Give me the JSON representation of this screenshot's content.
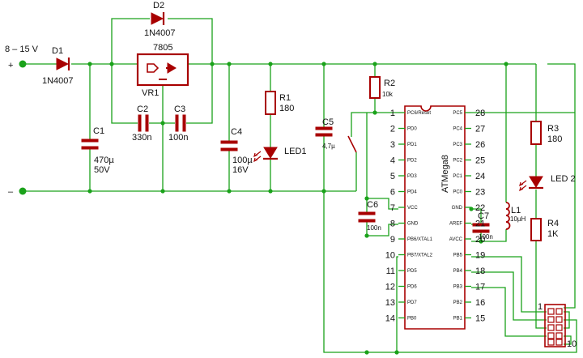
{
  "input": {
    "voltage": "8 – 15 V",
    "plus": "+",
    "minus": "–"
  },
  "d1": {
    "name": "D1",
    "value": "1N4007"
  },
  "d2": {
    "name": "D2",
    "value": "1N4007"
  },
  "vr1": {
    "name": "VR1",
    "value": "7805"
  },
  "c1": {
    "name": "C1",
    "value": "470µ",
    "voltage": "50V"
  },
  "c2": {
    "name": "C2",
    "value": "330n"
  },
  "c3": {
    "name": "C3",
    "value": "100n"
  },
  "c4": {
    "name": "C4",
    "value": "100µ",
    "voltage": "16V"
  },
  "c5": {
    "name": "C5",
    "value": "4,7µ"
  },
  "c6": {
    "name": "C6",
    "value": "100n"
  },
  "c7": {
    "name": "C7",
    "value": "100n"
  },
  "r1": {
    "name": "R1",
    "value": "180"
  },
  "r2": {
    "name": "R2",
    "value": "10k"
  },
  "r3": {
    "name": "R3",
    "value": "180"
  },
  "r4": {
    "name": "R4",
    "value": "1K"
  },
  "led1": {
    "name": "LED1"
  },
  "led2": {
    "name": "LED 2"
  },
  "l1": {
    "name": "L1",
    "value": "10µH"
  },
  "ic": {
    "name": "ATMega8"
  },
  "connector": {
    "first_pin": "1",
    "last_pin": "10"
  },
  "pins_left": [
    {
      "num": "1",
      "label": "PC6/Reset"
    },
    {
      "num": "2",
      "label": "PD0"
    },
    {
      "num": "3",
      "label": "PD1"
    },
    {
      "num": "4",
      "label": "PD2"
    },
    {
      "num": "5",
      "label": "PD3"
    },
    {
      "num": "6",
      "label": "PD4"
    },
    {
      "num": "7",
      "label": "VCC"
    },
    {
      "num": "8",
      "label": "GND"
    },
    {
      "num": "9",
      "label": "PB6/XTAL1"
    },
    {
      "num": "10",
      "label": "PB7/XTAL2"
    },
    {
      "num": "11",
      "label": "PD5"
    },
    {
      "num": "12",
      "label": "PD6"
    },
    {
      "num": "13",
      "label": "PD7"
    },
    {
      "num": "14",
      "label": "PB0"
    }
  ],
  "pins_right": [
    {
      "num": "28",
      "label": "PC5"
    },
    {
      "num": "27",
      "label": "PC4"
    },
    {
      "num": "26",
      "label": "PC3"
    },
    {
      "num": "25",
      "label": "PC2"
    },
    {
      "num": "24",
      "label": "PC1"
    },
    {
      "num": "23",
      "label": "PC0"
    },
    {
      "num": "22",
      "label": "GND"
    },
    {
      "num": "21",
      "label": "AREF"
    },
    {
      "num": "20",
      "label": "AVCC"
    },
    {
      "num": "19",
      "label": "PB5"
    },
    {
      "num": "18",
      "label": "PB4"
    },
    {
      "num": "17",
      "label": "PB3"
    },
    {
      "num": "16",
      "label": "PB2"
    },
    {
      "num": "15",
      "label": "PB1"
    }
  ],
  "colors": {
    "wire": "#1aa21a",
    "component": "#a80000",
    "text": "#111111"
  }
}
